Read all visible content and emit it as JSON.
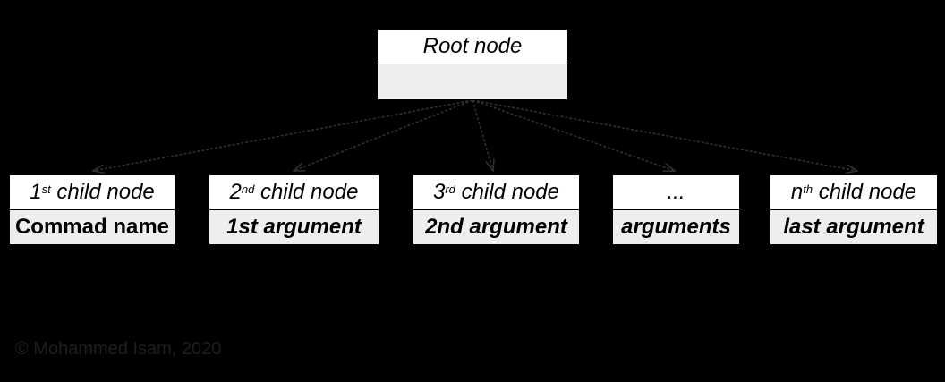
{
  "colors": {
    "background": "#000000",
    "node_fill": "#ffffff",
    "node_body_fill": "#eeeeee",
    "edge": "#333333"
  },
  "root": {
    "title": "Root node",
    "body": ""
  },
  "children": [
    {
      "ordinal": "1",
      "suffix": "st",
      "rest": " child node",
      "body": "Commad name"
    },
    {
      "ordinal": "2",
      "suffix": "nd",
      "rest": " child node",
      "body": "1st argument"
    },
    {
      "ordinal": "3",
      "suffix": "rd",
      "rest": " child node",
      "body": "2nd argument"
    },
    {
      "ordinal": "...",
      "suffix": "",
      "rest": "",
      "body": "arguments"
    },
    {
      "ordinal": "n",
      "suffix": "th",
      "rest": " child node",
      "body": "last argument"
    }
  ],
  "copyright": "© Mohammed Isam, 2020"
}
